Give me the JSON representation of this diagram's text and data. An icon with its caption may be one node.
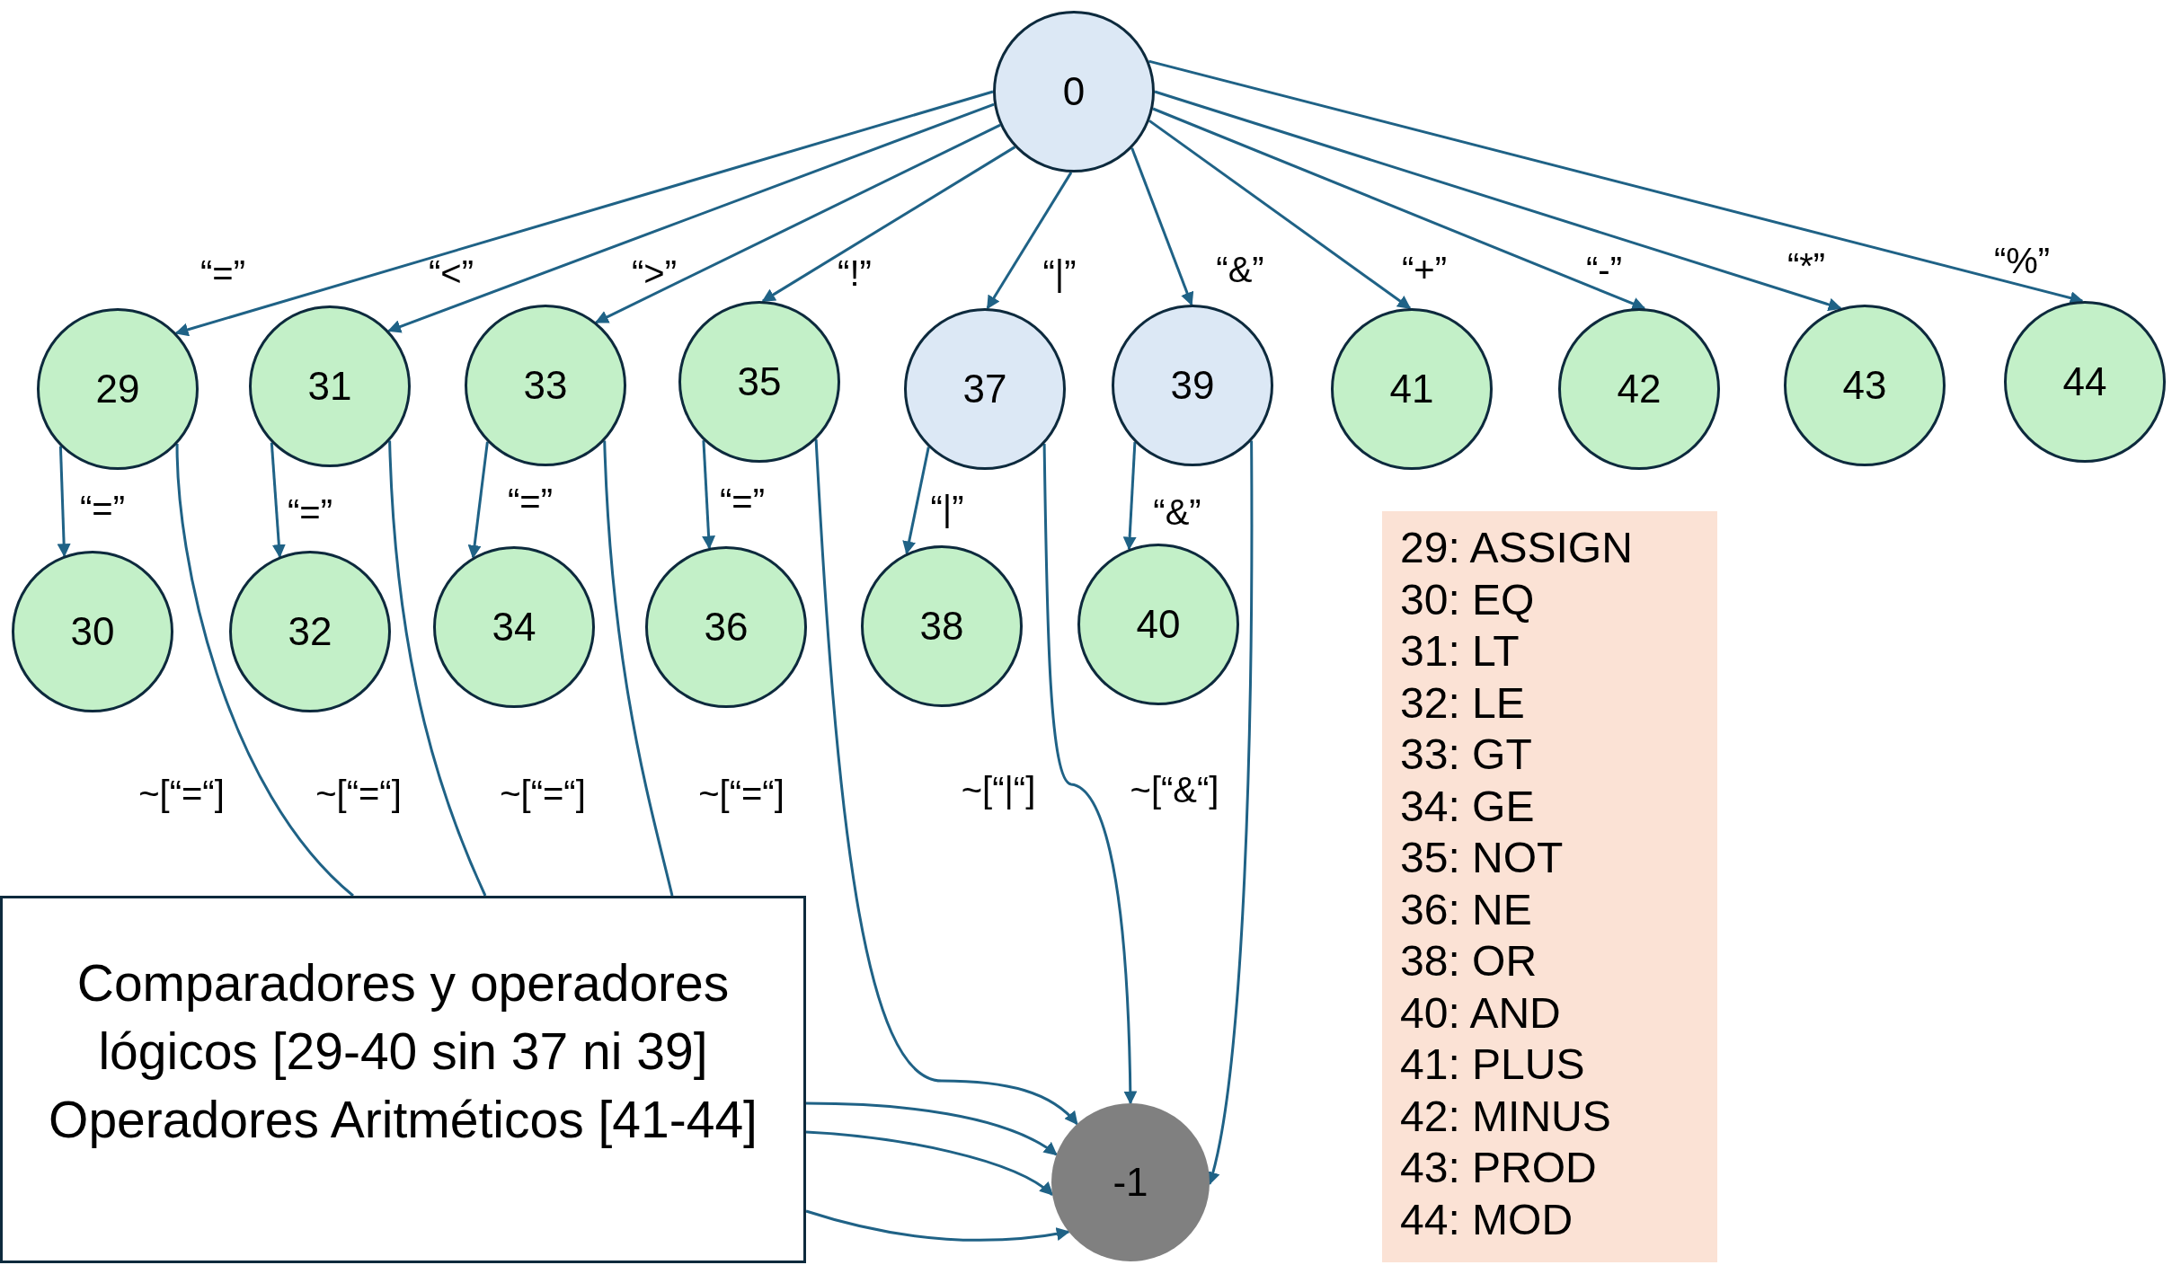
{
  "diagram": {
    "nodes": [
      {
        "text": [
          "0"
        ]
      },
      {
        "text": [
          "29"
        ]
      },
      {
        "text": [
          "31"
        ]
      },
      {
        "text": [
          "33"
        ]
      },
      {
        "text": [
          "35"
        ]
      },
      {
        "text": [
          "37"
        ]
      },
      {
        "text": [
          "39"
        ]
      },
      {
        "text": [
          "41"
        ]
      },
      {
        "text": [
          "42"
        ]
      },
      {
        "text": [
          "43"
        ]
      },
      {
        "text": [
          "44"
        ]
      },
      {
        "text": [
          "30"
        ]
      },
      {
        "text": [
          "32"
        ]
      },
      {
        "text": [
          "34"
        ]
      },
      {
        "text": [
          "36"
        ]
      },
      {
        "text": [
          "38"
        ]
      },
      {
        "text": [
          "40"
        ]
      },
      {
        "text": [
          "29: ASSIGN",
          "30: EQ",
          "31: LT",
          "32: LE",
          "33: GT",
          "34: GE",
          "35: NOT",
          "36: NE",
          "38: OR",
          "40: AND",
          "41: PLUS",
          "42: MINUS",
          "43: PROD",
          "44: MOD"
        ]
      },
      {
        "text": [
          "Comparadores y operadores lógicos [29-40 sin 37 ni 39]",
          "Operadores Aritméticos [41-44]"
        ]
      },
      {
        "text": [
          "-1"
        ]
      }
    ],
    "edges": [
      {
        "from": 0,
        "to": 1,
        "arrow": "to",
        "label": "“=”"
      },
      {
        "from": 0,
        "to": 2,
        "arrow": "to",
        "label": "“<”"
      },
      {
        "from": 0,
        "to": 3,
        "arrow": "to",
        "label": "“>”"
      },
      {
        "from": 0,
        "to": 4,
        "arrow": "to",
        "label": "“!”"
      },
      {
        "from": 0,
        "to": 5,
        "arrow": "to",
        "label": "“|”"
      },
      {
        "from": 0,
        "to": 6,
        "arrow": "to",
        "label": "“&”"
      },
      {
        "from": 0,
        "to": 7,
        "arrow": "to",
        "label": "“+”"
      },
      {
        "from": 0,
        "to": 8,
        "arrow": "to",
        "label": "“-”"
      },
      {
        "from": 0,
        "to": 9,
        "arrow": "to",
        "label": "“*”"
      },
      {
        "from": 0,
        "to": 10,
        "arrow": "to",
        "label": "“%”"
      },
      {
        "from": 1,
        "to": 11,
        "arrow": "to",
        "label": "“=”"
      },
      {
        "from": 2,
        "to": 12,
        "arrow": "to",
        "label": "“=”"
      },
      {
        "from": 3,
        "to": 13,
        "arrow": "to",
        "label": "“=”"
      },
      {
        "from": 4,
        "to": 14,
        "arrow": "to",
        "label": "“=”"
      },
      {
        "from": 5,
        "to": 15,
        "arrow": "to",
        "label": "“|”"
      },
      {
        "from": 6,
        "to": 16,
        "arrow": "to",
        "label": "“&”"
      },
      {
        "from": 1,
        "to": 18,
        "arrow": "none",
        "label": "~[“=“]"
      },
      {
        "from": 2,
        "to": 18,
        "arrow": "none",
        "label": "~[“=“]"
      },
      {
        "from": 3,
        "to": 18,
        "arrow": "none",
        "label": "~[“=“]"
      },
      {
        "from": 4,
        "to": 19,
        "arrow": "to",
        "label": "~[“=“]"
      },
      {
        "from": 5,
        "to": 19,
        "arrow": "to",
        "label": "~[“|“]"
      },
      {
        "from": 6,
        "to": 19,
        "arrow": "to",
        "label": "~[“&“]"
      },
      {
        "from": 18,
        "to": 19,
        "arrow": "to"
      },
      {
        "from": 18,
        "to": 19,
        "arrow": "to"
      },
      {
        "from": 18,
        "to": 19,
        "arrow": "to"
      }
    ]
  }
}
